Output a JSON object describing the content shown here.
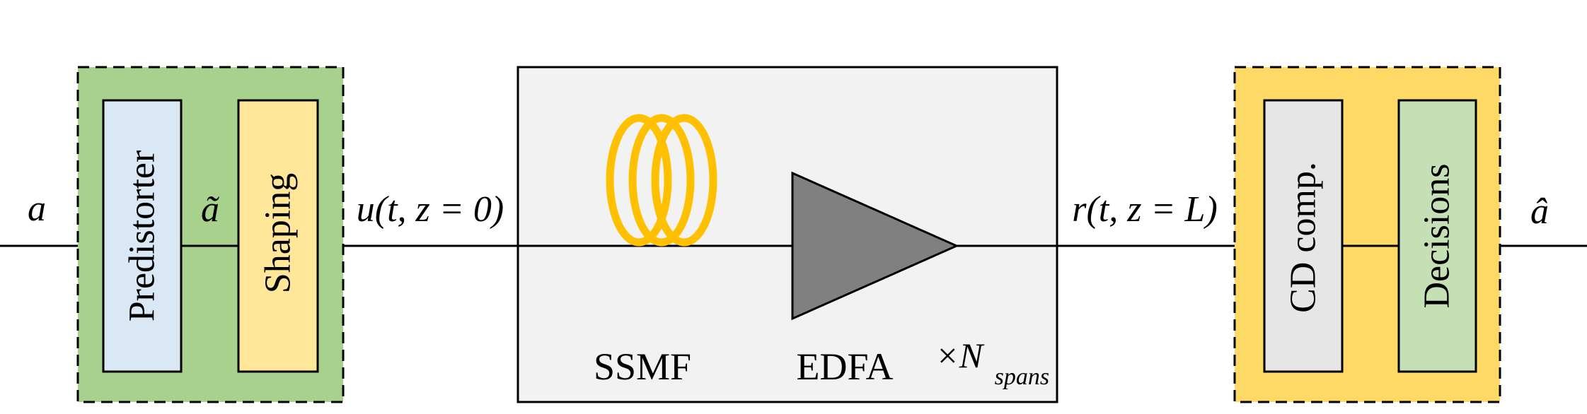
{
  "signals": {
    "input": "a",
    "predistorted": "ã",
    "tx_output": "u(t, z = 0)",
    "rx_input": "r(t, z = L)",
    "output": "â"
  },
  "transmitter": {
    "predistorter": "Predistorter",
    "shaping": "Shaping"
  },
  "link": {
    "fiber": "SSMF",
    "amplifier": "EDFA",
    "repeat_prefix": "×N",
    "repeat_subscript": "spans"
  },
  "receiver": {
    "cd_comp": "CD comp.",
    "decisions": "Decisions"
  },
  "colors": {
    "tx_group": "#a9d18e",
    "predistorter": "#dae8f5",
    "shaping": "#ffe699",
    "link_box": "#f2f2f2",
    "fiber": "#ffc000",
    "amplifier": "#808080",
    "rx_group": "#ffd966",
    "cd_comp": "#e6e6e6",
    "decisions": "#c5e0b4"
  }
}
